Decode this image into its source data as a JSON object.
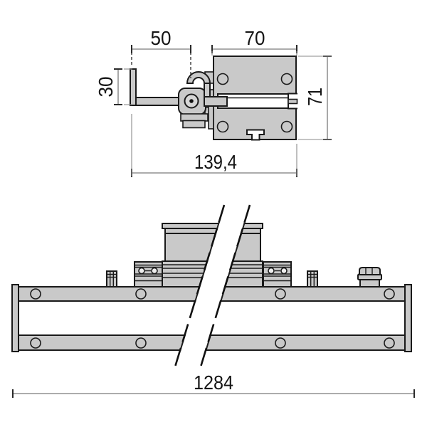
{
  "dims": {
    "bracket_offset": "50",
    "housing_width": "70",
    "bracket_height": "30",
    "housing_height": "71",
    "overall_depth": "139,4",
    "overall_length": "1284"
  },
  "colors": {
    "part_fill": "#c9c9c9",
    "outline": "#1a1a1a",
    "dimension_line": "#7a7a7a",
    "text": "#151515",
    "background": "#ffffff"
  }
}
